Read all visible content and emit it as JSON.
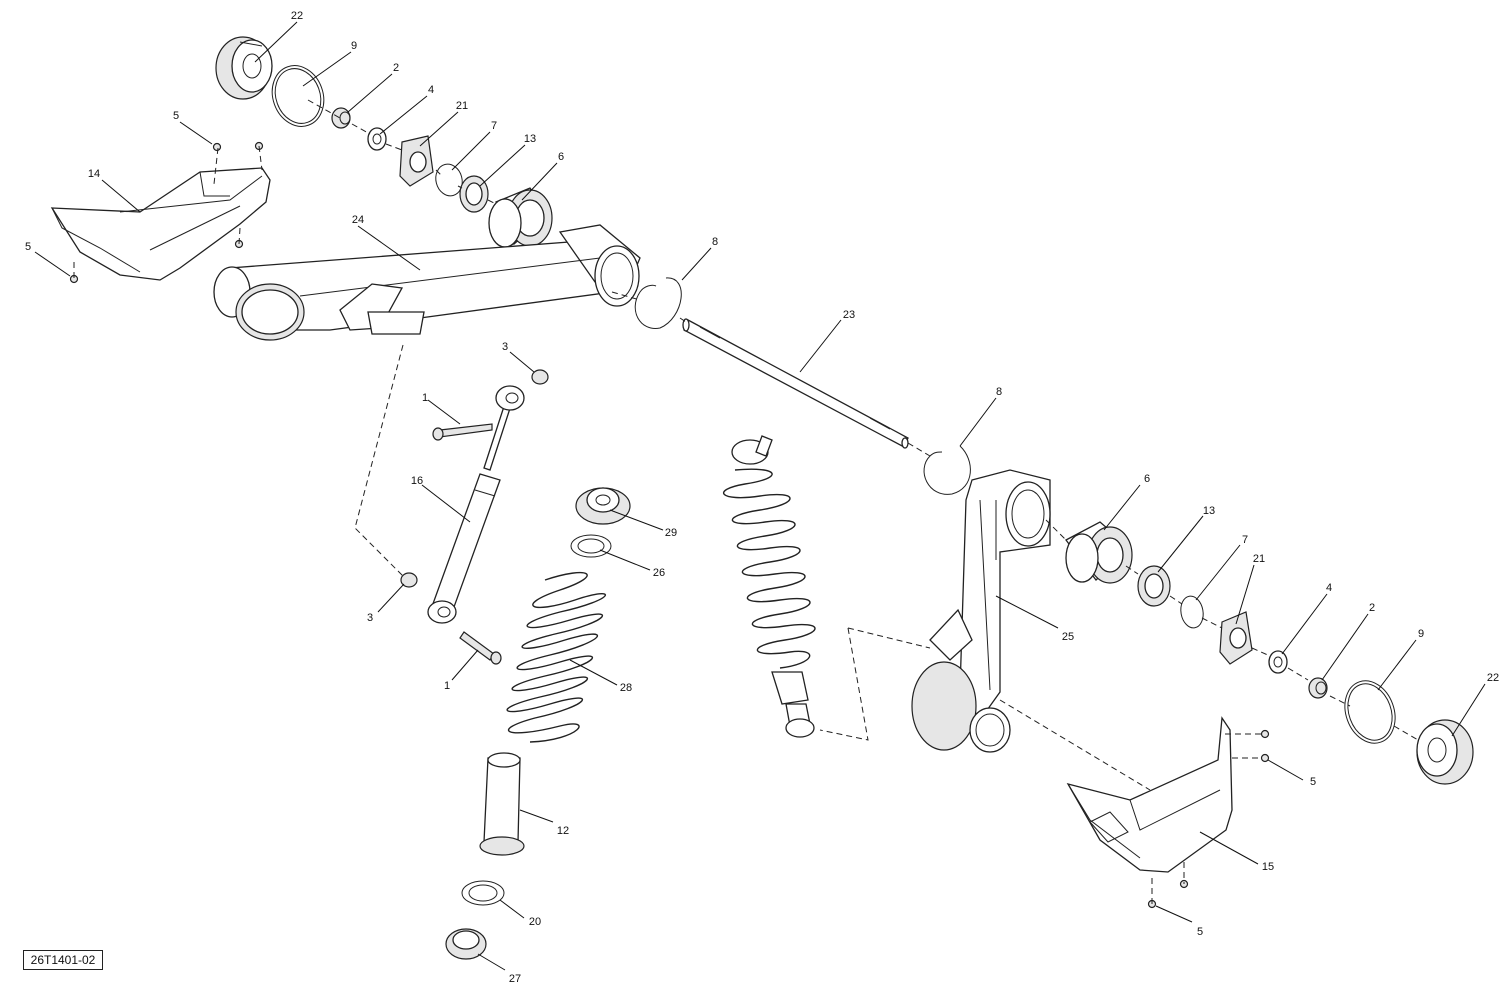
{
  "diagram": {
    "reference_code": "26T1401-02",
    "callouts": {
      "c22a": "22",
      "c9a": "9",
      "c2a": "2",
      "c4a": "4",
      "c21a": "21",
      "c7a": "7",
      "c13a": "13",
      "c6a": "6",
      "c5a": "5",
      "c14": "14",
      "c5b": "5",
      "c24": "24",
      "c8a": "8",
      "c23": "23",
      "c3a": "3",
      "c1a": "1",
      "c16": "16",
      "c8b": "8",
      "c29": "29",
      "c26": "26",
      "c3b": "3",
      "c1b": "1",
      "c28": "28",
      "c6b": "6",
      "c13b": "13",
      "c7b": "7",
      "c21b": "21",
      "c4b": "4",
      "c2b": "2",
      "c9b": "9",
      "c22b": "22",
      "c25": "25",
      "c5c": "5",
      "c12": "12",
      "c15": "15",
      "c20": "20",
      "c5d": "5",
      "c27": "27"
    }
  }
}
